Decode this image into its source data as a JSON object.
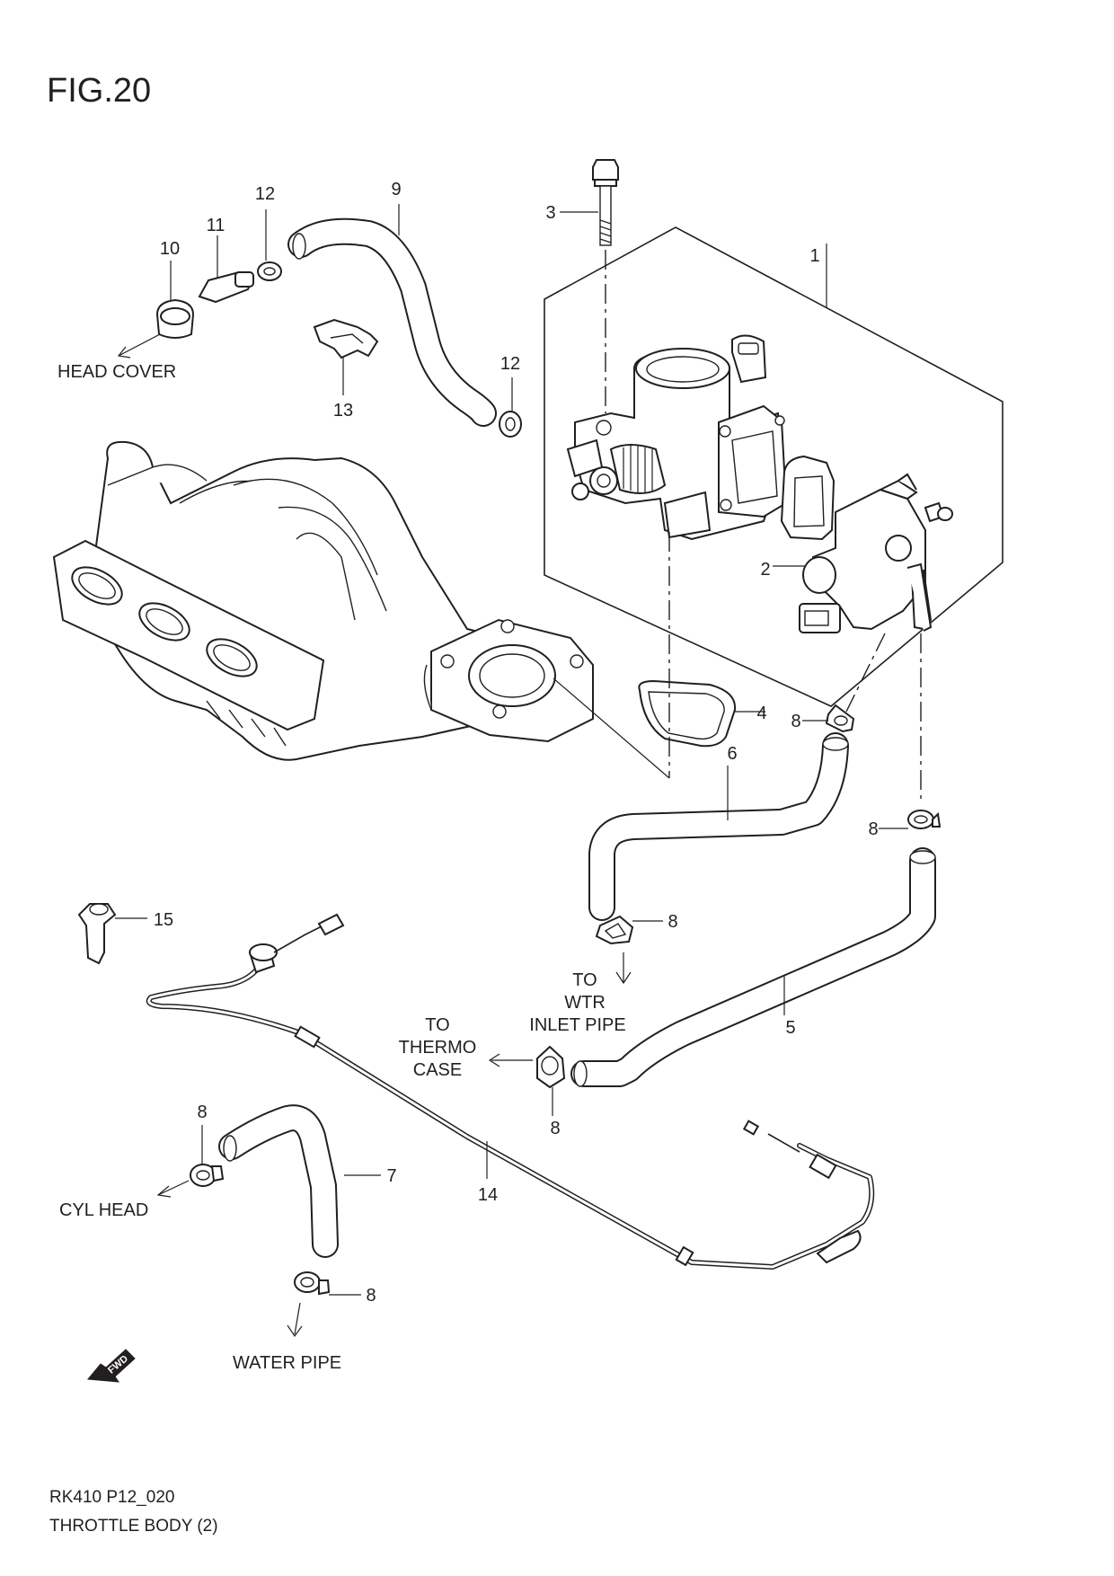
{
  "figure": {
    "title": "FIG.20"
  },
  "callouts": {
    "c1": "1",
    "c2": "2",
    "c3": "3",
    "c4": "4",
    "c5": "5",
    "c6": "6",
    "c7": "7",
    "c8a": "8",
    "c8b": "8",
    "c8c": "8",
    "c8d": "8",
    "c8e": "8",
    "c8f": "8",
    "c9": "9",
    "c10": "10",
    "c11": "11",
    "c12a": "12",
    "c12b": "12",
    "c13": "13",
    "c14": "14",
    "c15": "15"
  },
  "destinations": {
    "head_cover": "HEAD COVER",
    "to_wtr_inlet": [
      "TO",
      "WTR",
      "INLET PIPE"
    ],
    "to_thermo_case": [
      "TO",
      "THERMO",
      "CASE"
    ],
    "cyl_head": "CYL HEAD",
    "water_pipe": "WATER PIPE"
  },
  "fwd_marker": "FWD",
  "footer": {
    "code": "RK410 P12_020",
    "caption": "THROTTLE BODY (2)"
  }
}
